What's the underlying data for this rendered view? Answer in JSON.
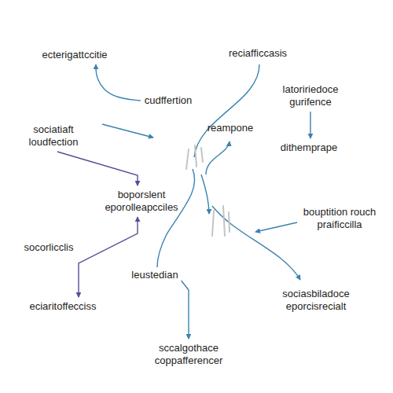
{
  "diagram": {
    "nodes": [
      {
        "text": [
          "ecterigattccitie"
        ]
      },
      {
        "text": [
          "reciafficcasis"
        ]
      },
      {
        "text": [
          "cudffertion"
        ]
      },
      {
        "text": [
          "latoririedoce gurifence"
        ]
      },
      {
        "text": [
          "sociatiaft loudfection"
        ]
      },
      {
        "text": [
          "reampone"
        ]
      },
      {
        "text": [
          "dithemprape"
        ]
      },
      {
        "text": [
          "boporslent eporolleapcciles"
        ]
      },
      {
        "text": [
          "bouptition rouch praificcilla"
        ]
      },
      {
        "text": [
          "leustedian"
        ]
      },
      {
        "text": [
          "sociasbiladoce eporcisrecialt"
        ]
      },
      {
        "text": [
          "eciaritoffecciss"
        ]
      },
      {
        "text": [
          "sccalgothace coppafferencer"
        ]
      }
    ],
    "edges": [
      {
        "from": 2,
        "to": 0,
        "arrow": "to"
      },
      {
        "from": 3,
        "to": 6,
        "arrow": "to"
      },
      {
        "from": 4,
        "to": 7,
        "arrow": "to"
      },
      {
        "from": 7,
        "to": 11,
        "arrow": "both",
        "label": "socorlicclis"
      },
      {
        "from": 9,
        "to": 12,
        "arrow": "to"
      }
    ]
  }
}
